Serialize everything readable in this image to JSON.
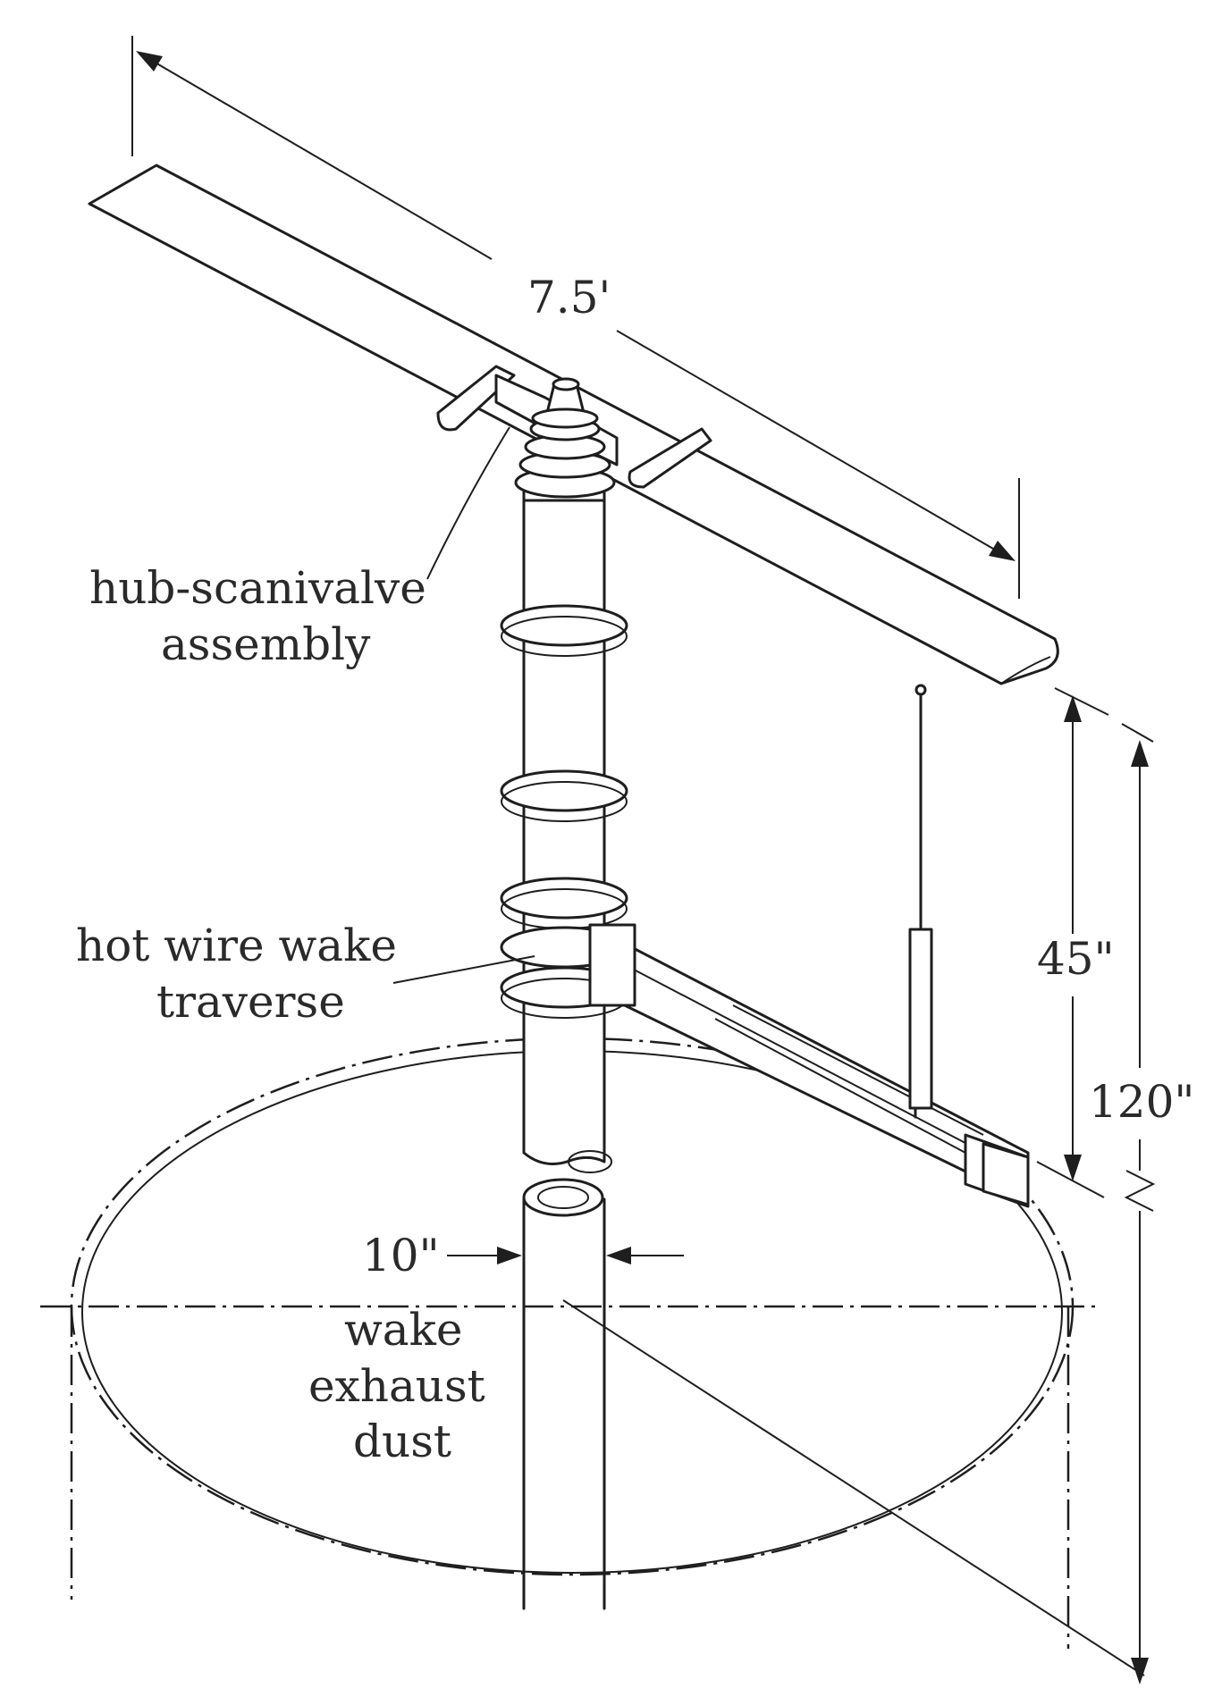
{
  "diagram": {
    "labels": {
      "blade_span": "7.5'",
      "hub": "hub-scanivalve\nassembly",
      "hub_line1": "hub-scanivalve",
      "hub_line2": "assembly",
      "traverse_line1": "hot wire wake",
      "traverse_line2": "traverse",
      "height_45": "45\"",
      "height_120": "120\"",
      "diameter": "10\"",
      "duct_line1": "wake",
      "duct_line2": "exhaust",
      "duct_line3": "dust"
    },
    "colors": {
      "ink": "#1e1e1e",
      "paper": "#ffffff"
    }
  }
}
